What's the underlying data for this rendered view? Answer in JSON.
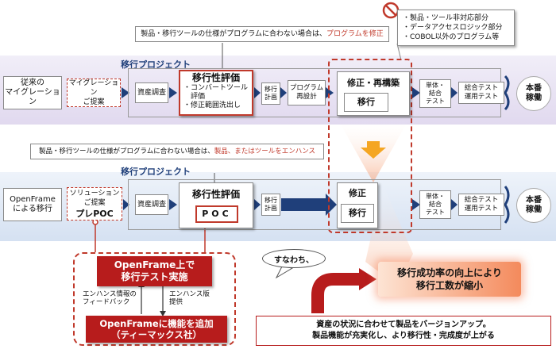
{
  "notes": {
    "top_prefix": "製品・移行ツールの仕様がプログラムに合わない場合は、",
    "top_highlight": "プログラムを修正",
    "mid_prefix": "製品・移行ツールの仕様がプログラムに合わない場合は、",
    "mid_highlight": "製品、またはツールをエンハンス"
  },
  "callout": {
    "items": [
      "・製品・ツール非対応部分",
      "・データアクセスロジック部分",
      "・COBOL以外のプログラム等"
    ]
  },
  "row1": {
    "project_label": "移行プロジェクト",
    "label": "従来の\nマイグレーション",
    "proposal": "マイグレーション\nご提案",
    "survey": "資産調査",
    "eval_title": "移行性評価",
    "eval_bullets": [
      "・コンバートツール\n　評価",
      "・修正範囲洗出し"
    ],
    "plan": "移行\n計画",
    "redesign": "プログラム\n再設計",
    "fix_title": "修正・再構築",
    "fix_sub": "移行",
    "test1": "単体・\n結合\nテスト",
    "test2": "総合テスト\n運用テスト",
    "prod": "本番\n稼働"
  },
  "row2": {
    "project_label": "移行プロジェクト",
    "label": "OpenFrame\nによる移行",
    "proposal": "ソリューション\nご提案",
    "prepoc": "プレPOC",
    "survey": "資産調査",
    "eval_title": "移行性評価",
    "poc": "POC",
    "plan": "移行\n計画",
    "fix_title": "修正",
    "fix_sub": "移行",
    "test1": "単体・\n結合\nテスト",
    "test2": "総合テスト\n運用テスト",
    "prod": "本番\n稼働"
  },
  "bottom": {
    "test_box": "OpenFrame上で\n移行テスト実施",
    "feedback": "エンハンス情報の\nフィードバック",
    "provide": "エンハンス版\n提供",
    "add_box": "OpenFrameに機能を追加\n（ティーマックス社）",
    "sunawachi": "すなわち、",
    "result": "移行成功率の向上により\n移行工数が縮小",
    "version": "資産の状況に合わせて製品をバージョンアップ。\n製品機能が充実化し、より移行性・完成度が上がる"
  }
}
